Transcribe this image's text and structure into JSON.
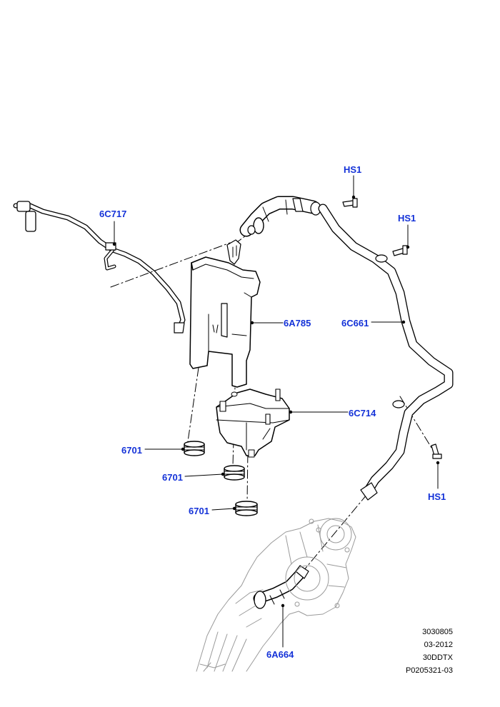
{
  "colors": {
    "label": "#1432d8",
    "line": "#000000",
    "ghost": "#9a9a9a"
  },
  "labels": {
    "hs1_top": "HS1",
    "hs1_mid": "HS1",
    "hs1_bottom": "HS1",
    "l_6C717": "6C717",
    "l_6A785": "6A785",
    "l_6C661": "6C661",
    "l_6C714": "6C714",
    "l_6701_a": "6701",
    "l_6701_b": "6701",
    "l_6701_c": "6701",
    "l_6A664": "6A664"
  },
  "info": {
    "line1": "3030805",
    "line2": "03-2012",
    "line3": "30DDTX",
    "line4": "P0205321-03"
  }
}
